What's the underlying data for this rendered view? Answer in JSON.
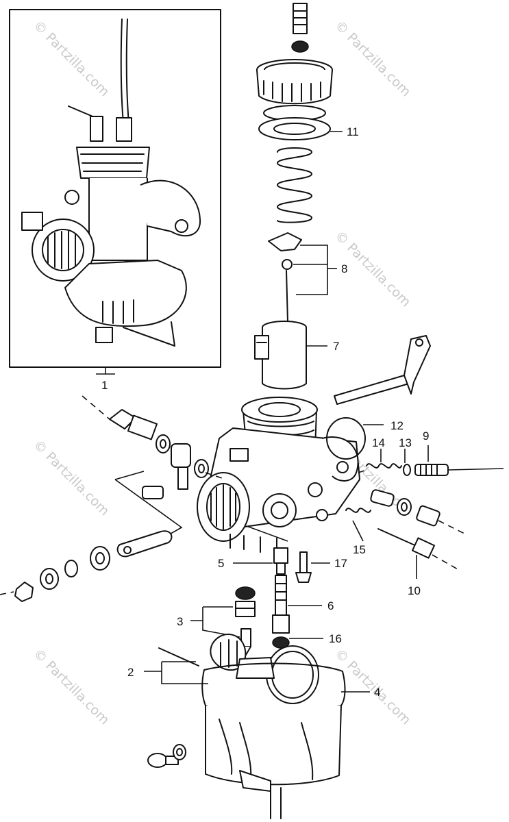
{
  "watermark": "© Partzilla.com",
  "callouts": [
    "1",
    "2",
    "3",
    "4",
    "5",
    "6",
    "7",
    "8",
    "9",
    "10",
    "11",
    "12",
    "13",
    "14",
    "15",
    "16",
    "17"
  ],
  "colors": {
    "ink": "#111111",
    "background": "#ffffff",
    "watermark": "#c9c9c9"
  }
}
